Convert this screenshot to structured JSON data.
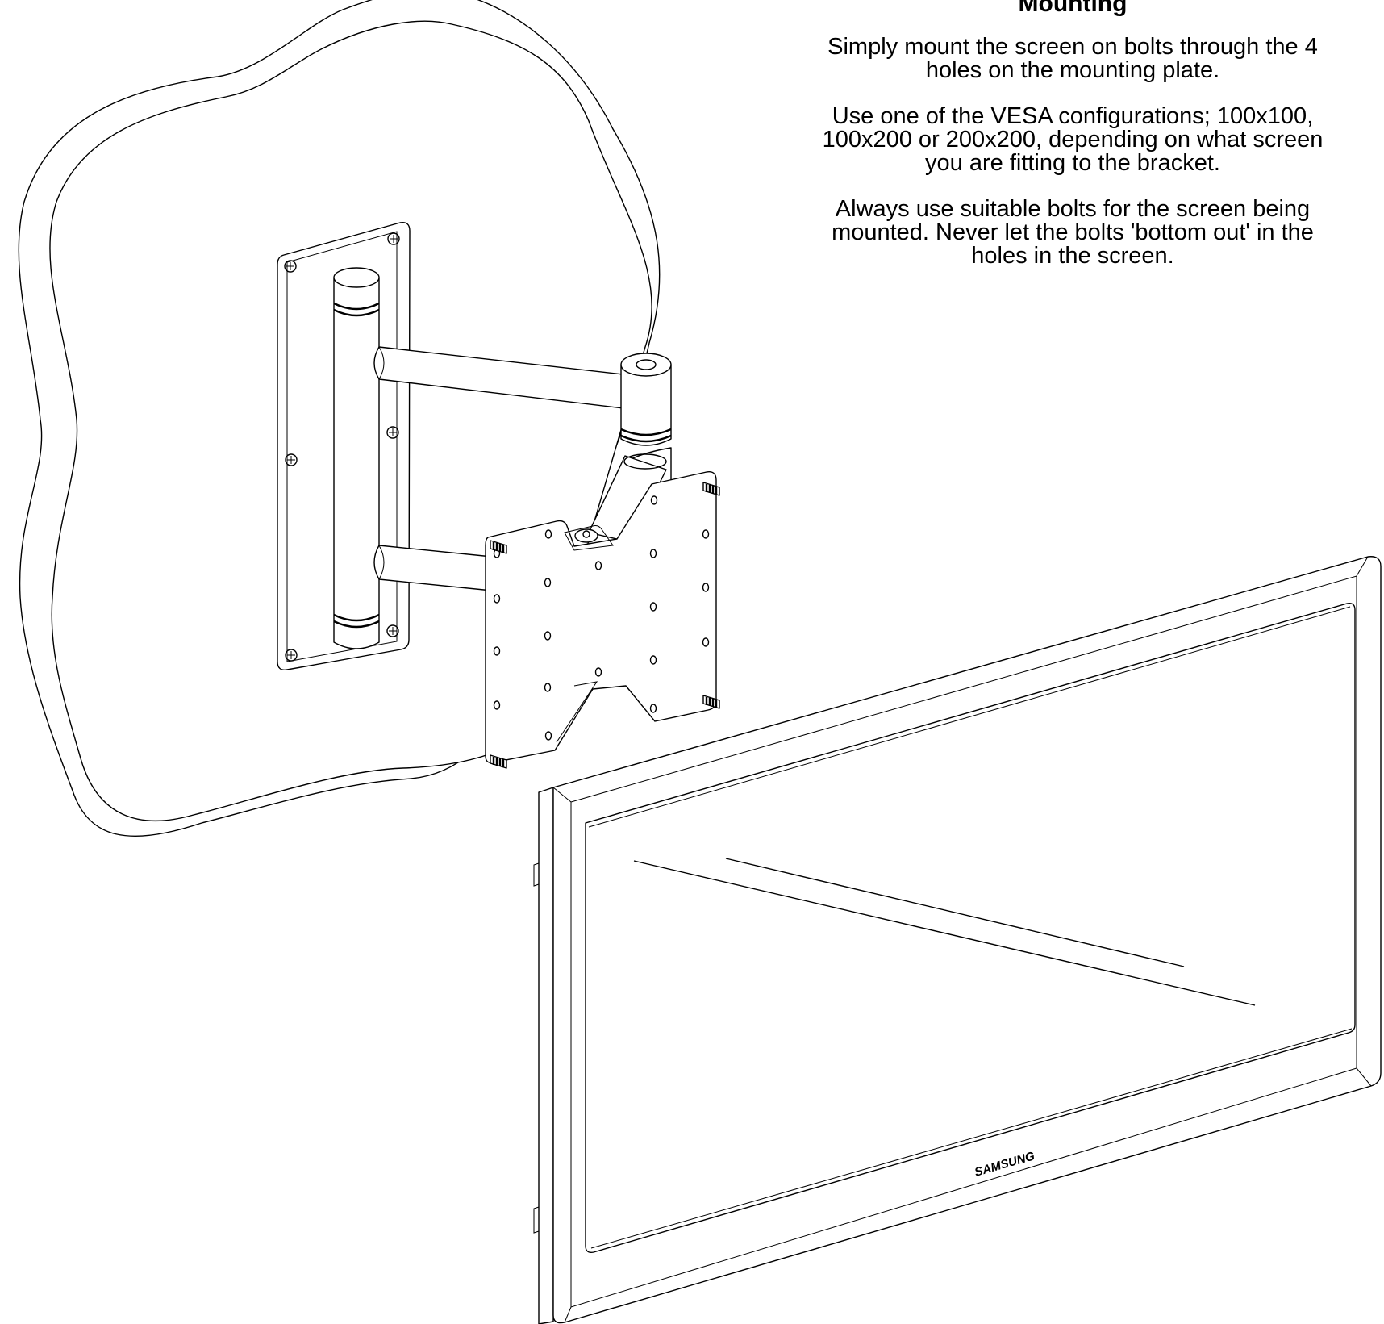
{
  "heading": "Mounting",
  "paragraphs": [
    "Simply mount the screen on bolts through the 4 holes on the mounting plate.",
    "Use one of the VESA configurations; 100x100, 100x200 or 200x200, depending on what screen you are fitting to the bracket.",
    "Always use suitable bolts for the screen being mounted. Never let the bolts 'bottom out' in the holes in the screen."
  ],
  "screen_brand": "SAMSUNG",
  "colors": {
    "line": "#000000",
    "background": "#ffffff"
  }
}
